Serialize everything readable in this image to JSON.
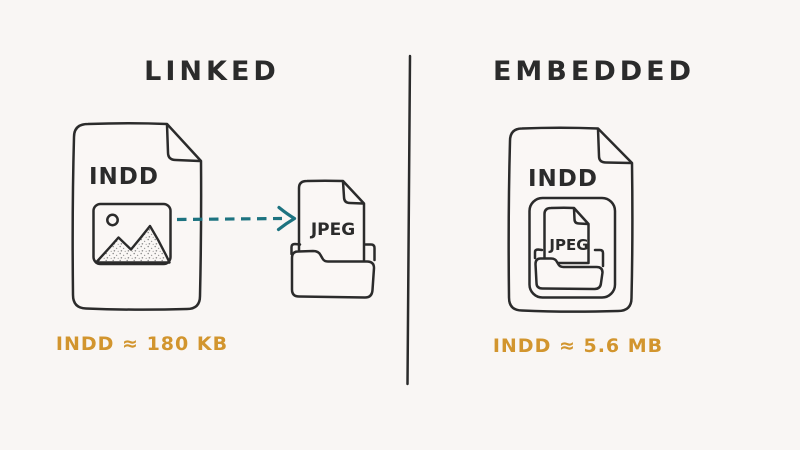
{
  "theme": {
    "background": "#f9f6f4",
    "ink_color": "#2b2b2b",
    "arrow_teal": "#1d7380",
    "caption_orange": "#d2952e"
  },
  "left_panel": {
    "title": "LINKED",
    "indd_doc_label": "INDD",
    "jpeg_doc_label": "JPEG",
    "caption": "INDD ≈ 180 KB",
    "icons": {
      "indd_document": "document-with-folded-corner",
      "image_placeholder": "picture-with-sun-and-mountains",
      "link_arrow": "teal-dashed-arrow-right",
      "jpeg_document": "document-with-folded-corner",
      "folder": "open-folder"
    }
  },
  "right_panel": {
    "title": "EMBEDDED",
    "indd_doc_label": "INDD",
    "jpeg_doc_label": "JPEG",
    "caption": "INDD ≈ 5.6 MB",
    "icons": {
      "indd_document": "document-with-folded-corner",
      "embed_frame": "rounded-rectangle-frame",
      "jpeg_document": "document-with-folded-corner",
      "folder": "open-folder"
    }
  },
  "divider": {
    "type": "vertical-line"
  }
}
